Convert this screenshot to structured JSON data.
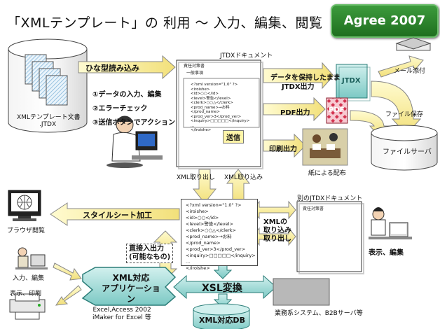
{
  "title": "「XMLテンプレート」の 利用 ～ 入力、編集、閲覧",
  "badge": "Agree 2007",
  "template_store_label_1": "XMLテンプレート文書",
  "template_store_label_2": ".JTDX",
  "hinagata_label": "ひな型読み込み",
  "jtdx_doc_label": "JTDXドキュメント",
  "doc_header": "責任対策書",
  "doc_subheader": "一般事項",
  "steps": [
    "①データの入力、編集",
    "②エラーチェック",
    "③送信ボタンでアクション"
  ],
  "send_button": "送信",
  "xml_snippet_top": [
    "<?xml version=\"1.0\" ?>",
    "<iroishe>",
    "<id>○○</id>",
    "<level>警告</level>",
    "<clerk>○○△</clerk>",
    "<prod_name>→お料</prod_name>",
    "<prod_ver>3</prod_ver>",
    "<inquiry>□□□□□</inquiry>",
    "...",
    "</iroishe>"
  ],
  "output_jtdx_label_1": "データを保持したまま",
  "output_jtdx_label_2": "JTDX出力",
  "jtdx_file_icon": "JTDX",
  "pdf_label": "PDF出力",
  "pdf_icon": "PDF",
  "print_label": "印刷出力",
  "paper_label": "紙による配布",
  "mail_label": "メール添付",
  "file_save_label": "ファイル保存",
  "file_server_label": "ファイルサーバ",
  "xml_out_label": "XML取り出し",
  "xml_in_label": "XML取り込み",
  "xml_snippet_mid": [
    "<?xml version=\"1.0\" ?>",
    "<iroishe>",
    "<id>○○</id>",
    "<level>警告</level>",
    "<clerk>○○△</clerk>",
    "<prod_name>→お料</prod_name>",
    "<prod_ver>3</prod_ver>",
    "<inquiry>□□□□□</inquiry>",
    "...",
    "</iroishe>"
  ],
  "stylesheet_label": "スタイルシート加工",
  "browser_label": "ブラウザ閲覧",
  "other_jtdx_label": "別のJTDXドキュメント",
  "xml_io_label": [
    "XMLの",
    "取り込み",
    "取り出し"
  ],
  "display_edit_label": "表示、編集",
  "direct_io_label": [
    "直接入出力",
    "(可能なもの)"
  ],
  "input_edit_label": "入力、編集",
  "display_print_label": "表示、印刷",
  "xml_app_label": [
    "XML対応",
    "アプリケーション"
  ],
  "xml_app_examples": [
    "Excel,Access 2002",
    "iMaker for Excel 等"
  ],
  "xsl_label": "XSL変換",
  "xml_db_label": "XML対応DB",
  "business_label": "業務系システム、B2Bサーバ等"
}
